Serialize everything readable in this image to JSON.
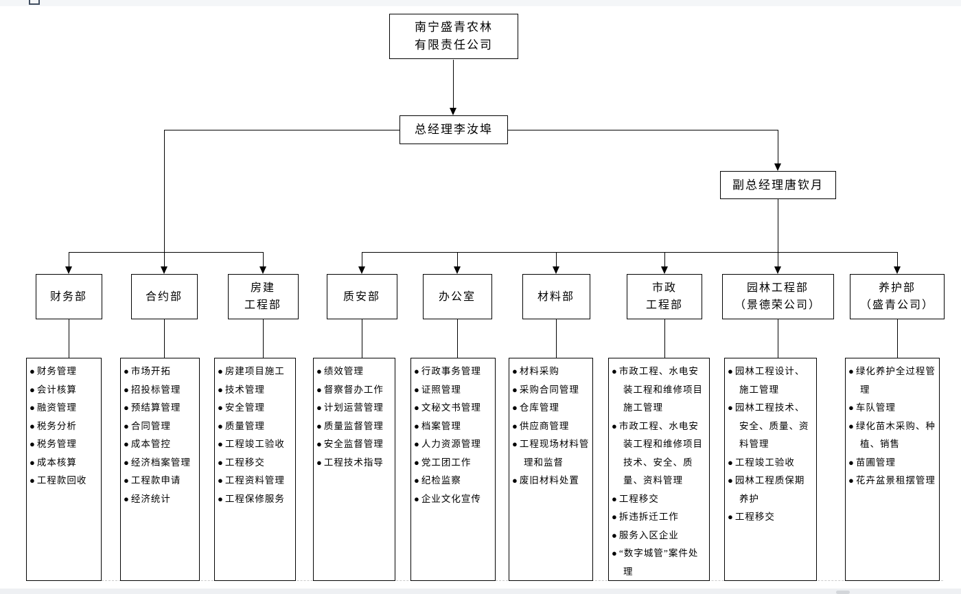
{
  "window": {
    "top_bar_color": "#f4f6f8",
    "bottom_bar_color": "#eef0f3",
    "line_color": "#000000"
  },
  "org_chart": {
    "root": {
      "line1": "南宁盛青农林",
      "line2": "有限责任公司"
    },
    "general_manager": "总经理李汝埠",
    "deputy_general_manager": "副总经理唐钦月",
    "departments": [
      {
        "title_lines": [
          "财务部"
        ],
        "items": [
          "财务管理",
          "会计核算",
          "融资管理",
          "税务分析",
          "税务管理",
          "成本核算",
          "工程款回收"
        ]
      },
      {
        "title_lines": [
          "合约部"
        ],
        "items": [
          "市场开拓",
          "招投标管理",
          "预结算管理",
          "合同管理",
          "成本管控",
          "经济档案管理",
          "工程款申请",
          "经济统计"
        ]
      },
      {
        "title_lines": [
          "房建",
          "工程部"
        ],
        "items": [
          "房建项目施工",
          "技术管理",
          "安全管理",
          "质量管理",
          "工程竣工验收",
          "工程移交",
          "工程资料管理",
          "工程保修服务"
        ]
      },
      {
        "title_lines": [
          "质安部"
        ],
        "items": [
          "绩效管理",
          "督察督办工作",
          "计划运营管理",
          "质量监督管理",
          "安全监督管理",
          "工程技术指导"
        ]
      },
      {
        "title_lines": [
          "办公室"
        ],
        "items": [
          "行政事务管理",
          "证照管理",
          "文秘文书管理",
          "档案管理",
          "人力资源管理",
          "党工团工作",
          "纪检监察",
          "企业文化宣传"
        ]
      },
      {
        "title_lines": [
          "材料部"
        ],
        "items": [
          "材料采购",
          "采购合同管理",
          "仓库管理",
          "供应商管理",
          "工程现场材料管理和监督",
          "废旧材料处置"
        ]
      },
      {
        "title_lines": [
          "市政",
          "工程部"
        ],
        "items": [
          "市政工程、水电安装工程和维修项目施工管理",
          "市政工程、水电安装工程和维修项目技术、安全、质量、资料管理",
          "工程移交",
          "拆违拆迁工作",
          "服务入区企业",
          "“数字城管”案件处理"
        ]
      },
      {
        "title_lines": [
          "园林工程部",
          "（景德荣公司）"
        ],
        "items": [
          "园林工程设计、施工管理",
          "园林工程技术、安全、质量、资料管理",
          "工程竣工验收",
          "园林工程质保期养护",
          "工程移交"
        ]
      },
      {
        "title_lines": [
          "养护部",
          "（盛青公司）"
        ],
        "items": [
          "绿化养护全过程管理",
          "车队管理",
          "绿化苗木采购、种植、销售",
          "苗圃管理",
          "花卉盆景租摆管理"
        ]
      }
    ]
  }
}
